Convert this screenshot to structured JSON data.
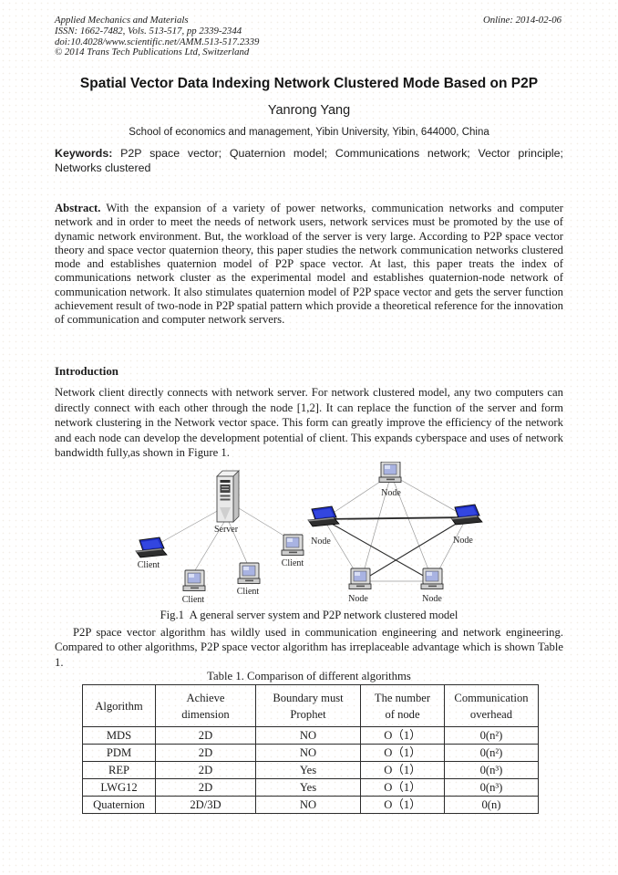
{
  "header": {
    "journal": "Applied Mechanics and Materials",
    "issn_line": "ISSN: 1662-7482, Vols. 513-517, pp 2339-2344",
    "doi_line": "doi:10.4028/www.scientific.net/AMM.513-517.2339",
    "copyright_line": "© 2014 Trans Tech Publications Ltd, Switzerland",
    "online_date": "Online: 2014-02-06"
  },
  "title": "Spatial Vector Data Indexing Network Clustered Mode Based on P2P",
  "author": "Yanrong Yang",
  "affiliation": "School of economics and management, Yibin University, Yibin, 644000, China",
  "keywords": {
    "label": "Keywords:",
    "text": " P2P space vector; Quaternion model; Communications network; Vector principle; Networks clustered"
  },
  "abstract": {
    "label": "Abstract.",
    "text": " With the expansion of a variety of power networks, communication networks and computer network and in order to meet the needs of network users, network services must be promoted by the use of dynamic network environment. But, the workload of the server is very large. According to P2P space vector theory and space vector quaternion theory, this paper studies the network communication networks clustered mode and establishes quaternion model of P2P space vector. At last, this paper treats the index of communications network cluster as the experimental model and establishes quaternion-node network of communication network. It also stimulates quaternion model of P2P space vector and gets the server function achievement result of two-node in P2P spatial pattern which provide a theoretical reference for the innovation of communication and computer network servers."
  },
  "introduction": {
    "heading": "Introduction",
    "paragraph": "Network client directly connects with network server. For network clustered model, any two computers can directly connect with each other through the node [1,2]. It can replace the function of the server and form network clustering in the Network vector space.  This form can greatly improve the efficiency of the network and each node can develop the development potential of client. This expands cyberspace and uses of network bandwidth fully,as shown in Figure 1."
  },
  "figure1": {
    "server_label": "Server",
    "client_label": "Client",
    "node_label": "Node",
    "caption": "Fig.1  A general server system and P2P network clustered model"
  },
  "paragraph_after_figure": "P2P space vector algorithm has wildly used in communication engineering and network engineering. Compared to other algorithms, P2P space vector algorithm has irreplaceable advantage which is shown Table 1.",
  "table1": {
    "caption": "Table 1. Comparison of different algorithms",
    "headers": [
      "Algorithm",
      "Achieve\ndimension",
      "Boundary must\nProphet",
      "The number\nof node",
      "Communication\noverhead"
    ],
    "rows": [
      [
        "MDS",
        "2D",
        "NO",
        "O（1）",
        "0(n²)"
      ],
      [
        "PDM",
        "2D",
        "NO",
        "O（1）",
        "0(n²)"
      ],
      [
        "REP",
        "2D",
        "Yes",
        "O（1）",
        "0(n³)"
      ],
      [
        "LWG12",
        "2D",
        "Yes",
        "O（1）",
        "0(n³)"
      ],
      [
        "Quaternion",
        "2D/3D",
        "NO",
        "O（1）",
        "0(n)"
      ]
    ]
  }
}
